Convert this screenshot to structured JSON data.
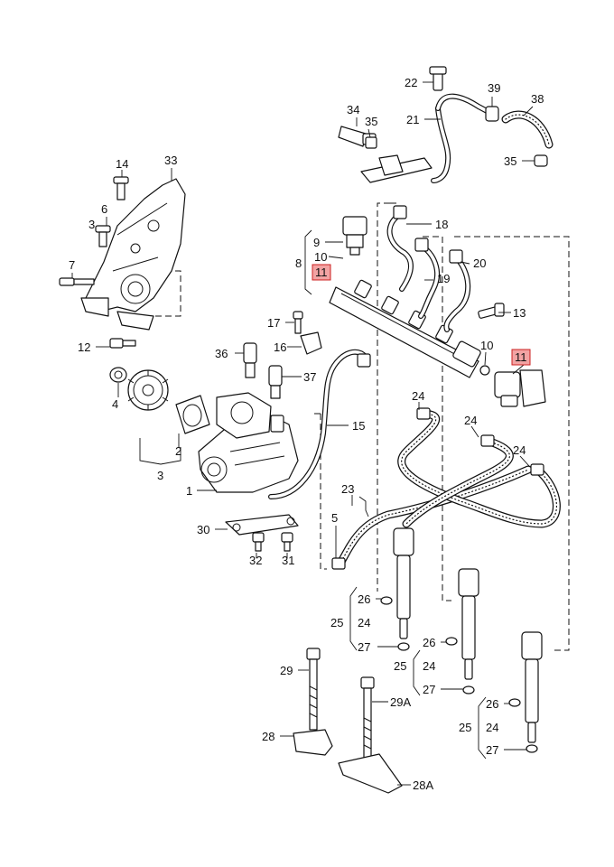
{
  "diagram": {
    "labels": {
      "l22": "22",
      "l39": "39",
      "l38": "38",
      "l21": "21",
      "l34": "34",
      "l35a": "35",
      "l35b": "35",
      "l14": "14",
      "l33": "33",
      "l6": "6",
      "l3a": "3",
      "l7": "7",
      "l12": "12",
      "l18": "18",
      "l9": "9",
      "l8": "8",
      "l11a": "11",
      "l10a": "10",
      "l19": "19",
      "l20": "20",
      "l13": "13",
      "l10b": "10",
      "l11b": "11",
      "l17": "17",
      "l16": "16",
      "l36": "36",
      "l37": "37",
      "l4": "4",
      "l2": "2",
      "l3b": "3",
      "l15": "15",
      "l1": "1",
      "l24a": "24",
      "l24b": "24",
      "l24c": "24",
      "l23": "23",
      "l5": "5",
      "l30": "30",
      "l32": "32",
      "l31": "31",
      "l26a": "26",
      "l25a": "25",
      "l24d": "24",
      "l27a": "27",
      "l26b": "26",
      "l25b": "25",
      "l24e": "24",
      "l27b": "27",
      "l26c": "26",
      "l25c": "25",
      "l24f": "24",
      "l27c": "27",
      "l29": "29",
      "l29a": "29A",
      "l28": "28",
      "l28a": "28A"
    },
    "highlight_color": "#f2a3a3",
    "highlight_border": "#cc2222"
  }
}
